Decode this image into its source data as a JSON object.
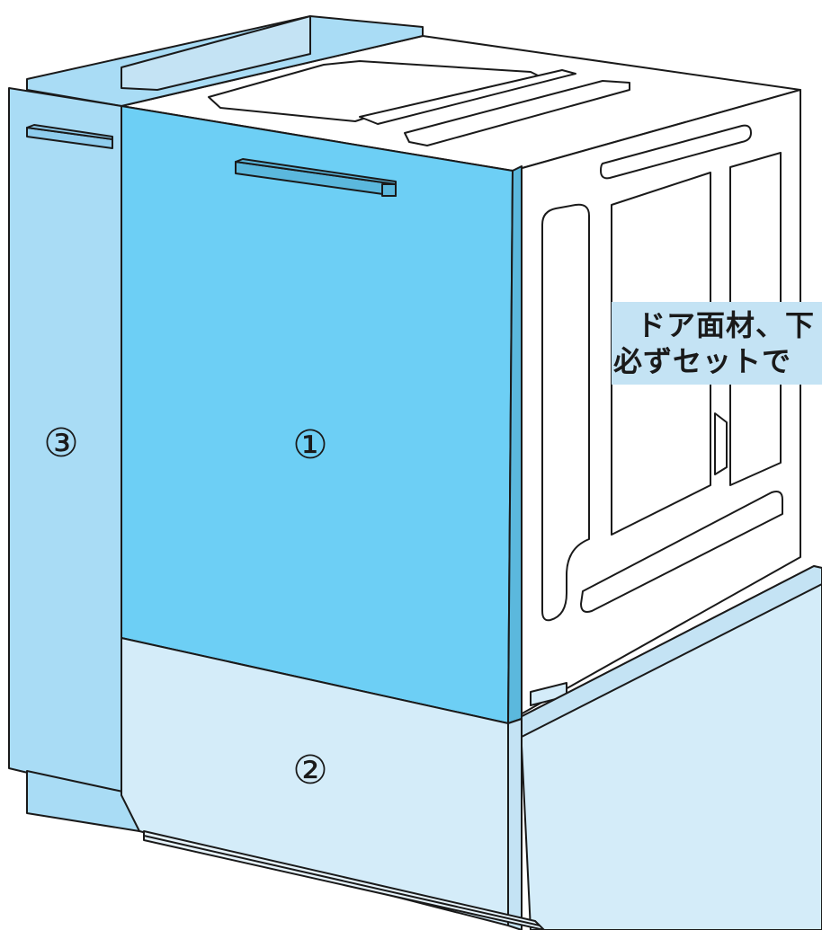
{
  "diagram": {
    "labels": {
      "door_panel": "①",
      "lower_panel": "②",
      "side_panel": "③"
    },
    "callout": {
      "line1": "ドア面材、下",
      "line2": "必ずセットで"
    },
    "colors": {
      "door_panel": "#6dcff5",
      "side_panel": "#a9dcf5",
      "lower_panel": "#d4ecf9",
      "callout_bg": "#c4e3f4",
      "outline": "#1a1a1a",
      "body": "#ffffff"
    }
  }
}
